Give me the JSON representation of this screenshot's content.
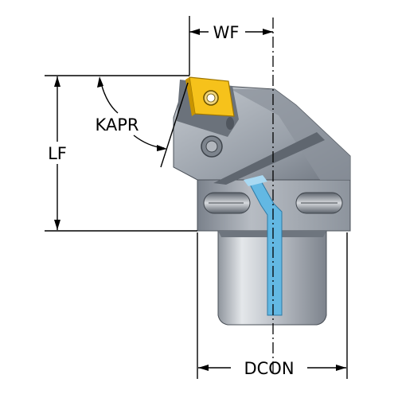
{
  "dimensions": {
    "wf": "WF",
    "kapr": "KAPR",
    "lf": "LF",
    "dcon": "DCON"
  },
  "colors": {
    "body_light": "#b4bac2",
    "body_mid": "#8a919b",
    "body_dark": "#5d646e",
    "shank_light": "#dde0e4",
    "shank_mid": "#a6acb4",
    "insert": "#f6c21b",
    "insert_edge": "#b88a00",
    "coolant": "#63b8e3",
    "line": "#000000"
  }
}
